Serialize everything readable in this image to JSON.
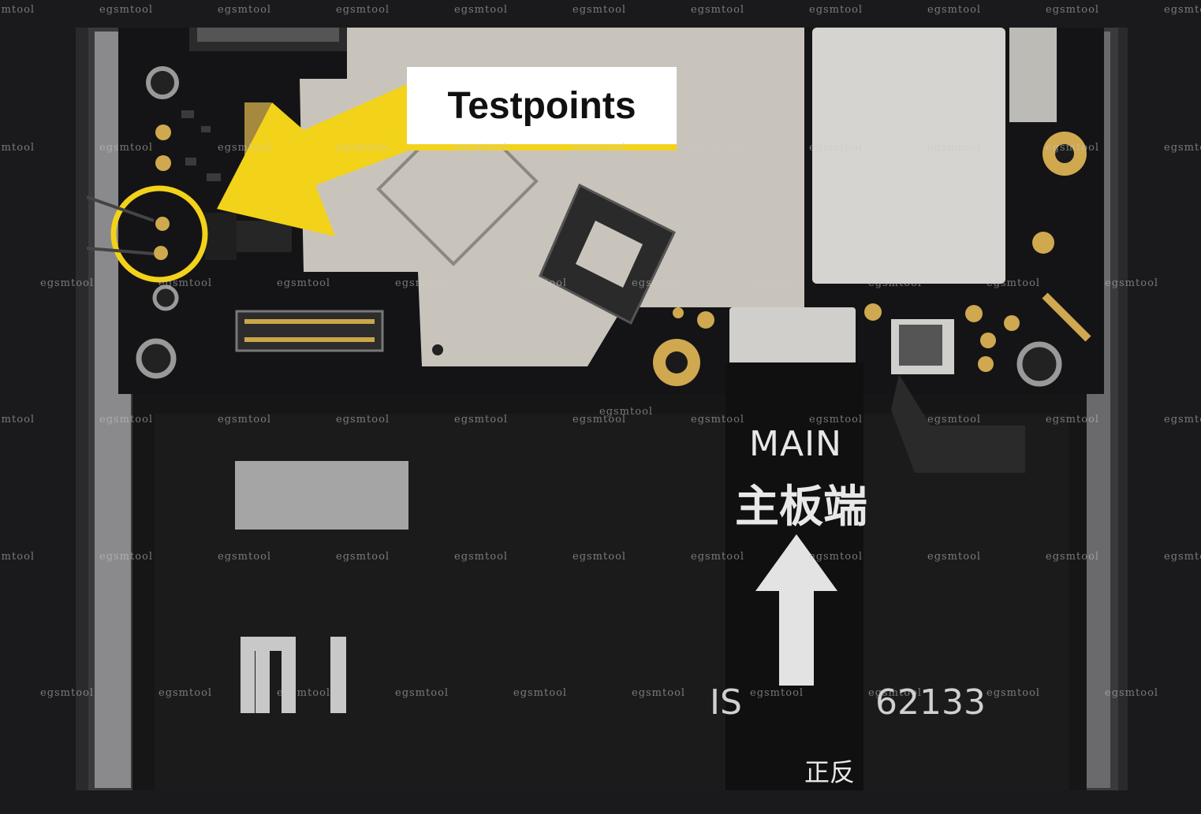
{
  "callout": {
    "label": "Testpoints",
    "color": "#f3d21a"
  },
  "flex_cable": {
    "line1": "MAIN",
    "line2": "主板端",
    "bottom_label": "正反"
  },
  "battery": {
    "brand_logo": "MI",
    "left_text": "IS",
    "serial": "62133"
  },
  "watermark": {
    "text": "egsmtool"
  },
  "colors": {
    "background": "#1a1a1c",
    "board": "#141416",
    "shield": "#c9c4bb",
    "gold": "#cfa850"
  }
}
